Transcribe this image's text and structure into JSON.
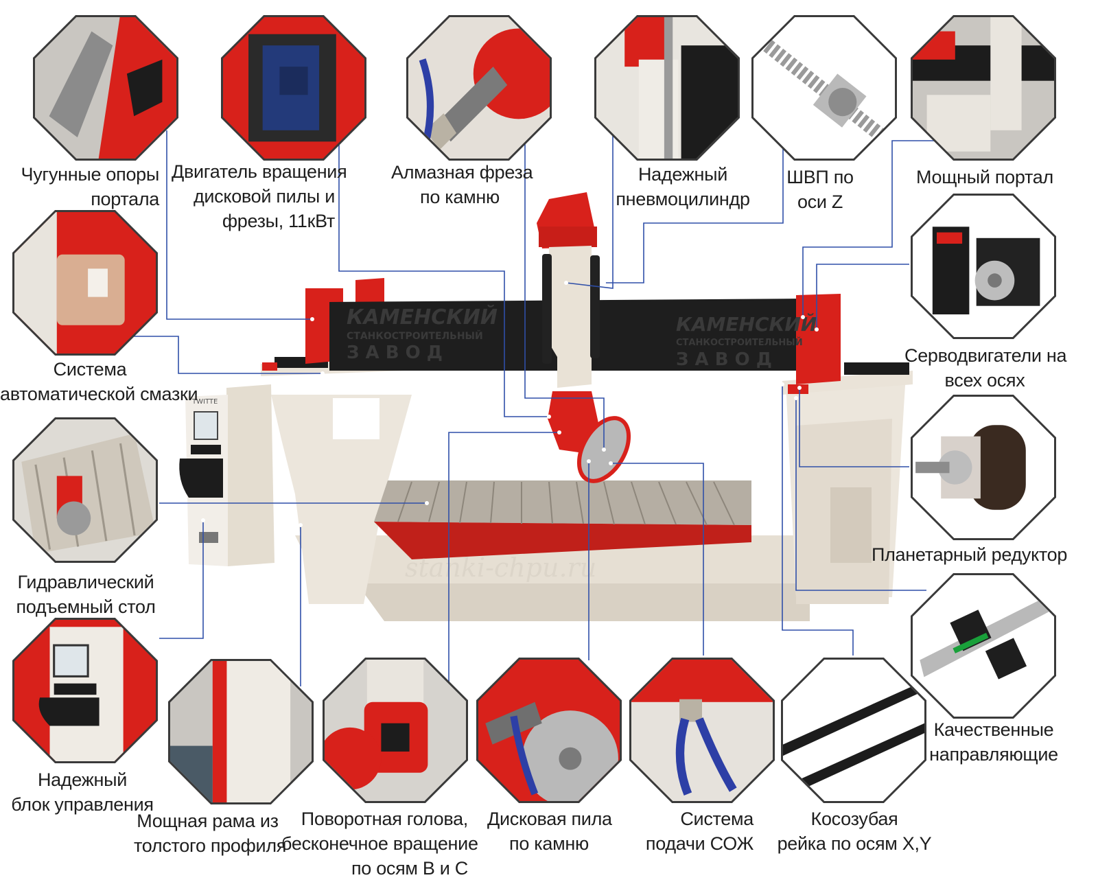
{
  "colors": {
    "red": "#d8211b",
    "beige": "#e9e2d6",
    "black": "#1c1c1c",
    "line": "#2f4fa8",
    "gray": "#9a9a9a"
  },
  "machine": {
    "gantry_text_1": "КАМЕНСКИЙ",
    "gantry_text_2": "СТАНКОСТРОИТЕЛЬНЫЙ",
    "gantry_text_3": "З А В О Д",
    "console_brand": "TWITTE",
    "watermark": "stanki-chpu.ru"
  },
  "labels": {
    "cast_iron": [
      "Чугунные опоры",
      "портала"
    ],
    "motor": [
      "Двигатель вращения",
      "дисковой пилы и",
      "фрезы, 11кВт"
    ],
    "diamond_cutter": [
      "Алмазная фреза",
      "по камню"
    ],
    "cylinder": [
      "Надежный",
      "пневмоцилиндр"
    ],
    "ballscrew": [
      "ШВП по",
      "оси Z"
    ],
    "portal": [
      "Мощный портал"
    ],
    "lubrication": [
      "Система",
      "автоматической смазки"
    ],
    "servo": [
      "Серводвигатели на",
      "всех осях"
    ],
    "hydraulic_table": [
      "Гидравлический",
      "подъемный стол"
    ],
    "gearbox": [
      "Планетарный редуктор"
    ],
    "control_unit": [
      "Надежный",
      "блок управления"
    ],
    "frame": [
      "Мощная рама из",
      "толстого профиля"
    ],
    "rotary_head": [
      "Поворотная голова,",
      "бесконечное вращение",
      "по осям B и C"
    ],
    "circular_saw": [
      "Дисковая пила",
      "по камню"
    ],
    "coolant": [
      "Система",
      "подачи СОЖ"
    ],
    "rack": [
      "Косозубая",
      "рейка по осям X,Y"
    ],
    "guides": [
      "Качественные",
      "направляющие"
    ]
  },
  "icons": [
    "cast-iron-support-icon",
    "spindle-motor-icon",
    "diamond-cutter-icon",
    "pneumatic-cylinder-icon",
    "ball-screw-icon",
    "gantry-portal-icon",
    "lubrication-tank-icon",
    "servo-motor-icon",
    "hydraulic-table-icon",
    "planetary-gearbox-icon",
    "control-cabinet-icon",
    "steel-frame-icon",
    "rotary-head-icon",
    "circular-saw-icon",
    "coolant-nozzle-icon",
    "helical-rack-icon",
    "linear-guide-icon"
  ]
}
